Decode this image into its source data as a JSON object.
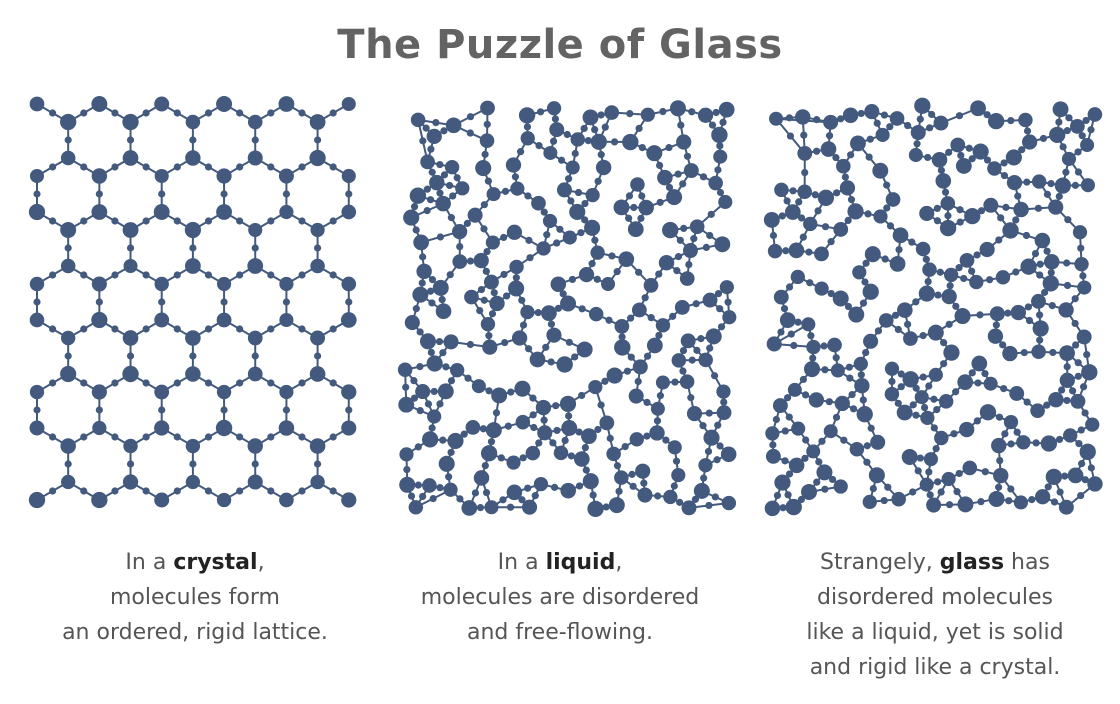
{
  "title": "The Puzzle of Glass",
  "colors": {
    "atom": "#435a7e",
    "bond": "#435a7e",
    "title": "#636363",
    "caption": "#555555"
  },
  "panels": [
    {
      "structure": "crystal",
      "caption": [
        {
          "pre": "In a ",
          "bold": "crystal",
          "post": ","
        },
        {
          "text": "molecules form"
        },
        {
          "text": "an ordered, rigid lattice."
        }
      ]
    },
    {
      "structure": "liquid",
      "caption": [
        {
          "pre": "In a ",
          "bold": "liquid",
          "post": ","
        },
        {
          "text": "molecules are disordered"
        },
        {
          "text": "and free-flowing."
        }
      ]
    },
    {
      "structure": "glass",
      "caption": [
        {
          "pre": "Strangely, ",
          "bold": "glass",
          "post": " has"
        },
        {
          "text": "disordered molecules"
        },
        {
          "text": "like a liquid, yet is solid"
        },
        {
          "text": "and rigid like a crystal."
        }
      ]
    }
  ]
}
